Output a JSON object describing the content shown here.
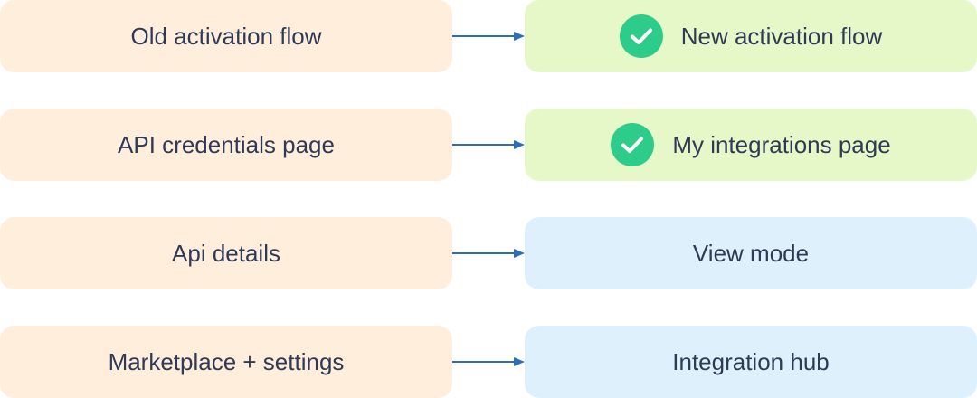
{
  "rows": [
    {
      "from": "Old activation flow",
      "to": "New activation flow",
      "to_status": "done"
    },
    {
      "from": "API credentials page",
      "to": "My integrations page",
      "to_status": "done"
    },
    {
      "from": "Api details",
      "to": "View mode",
      "to_status": "pending"
    },
    {
      "from": "Marketplace + settings",
      "to": "Integration hub",
      "to_status": "pending"
    }
  ],
  "colors": {
    "from_bg": "#ffeedb",
    "done_bg": "#e6f7c8",
    "pending_bg": "#dff0fd",
    "check": "#2ecc8a",
    "arrow": "#2b6fb5",
    "text": "#2f3a56"
  },
  "icons": {
    "status_done": "check-circle-icon",
    "connector": "arrow-right-icon"
  }
}
